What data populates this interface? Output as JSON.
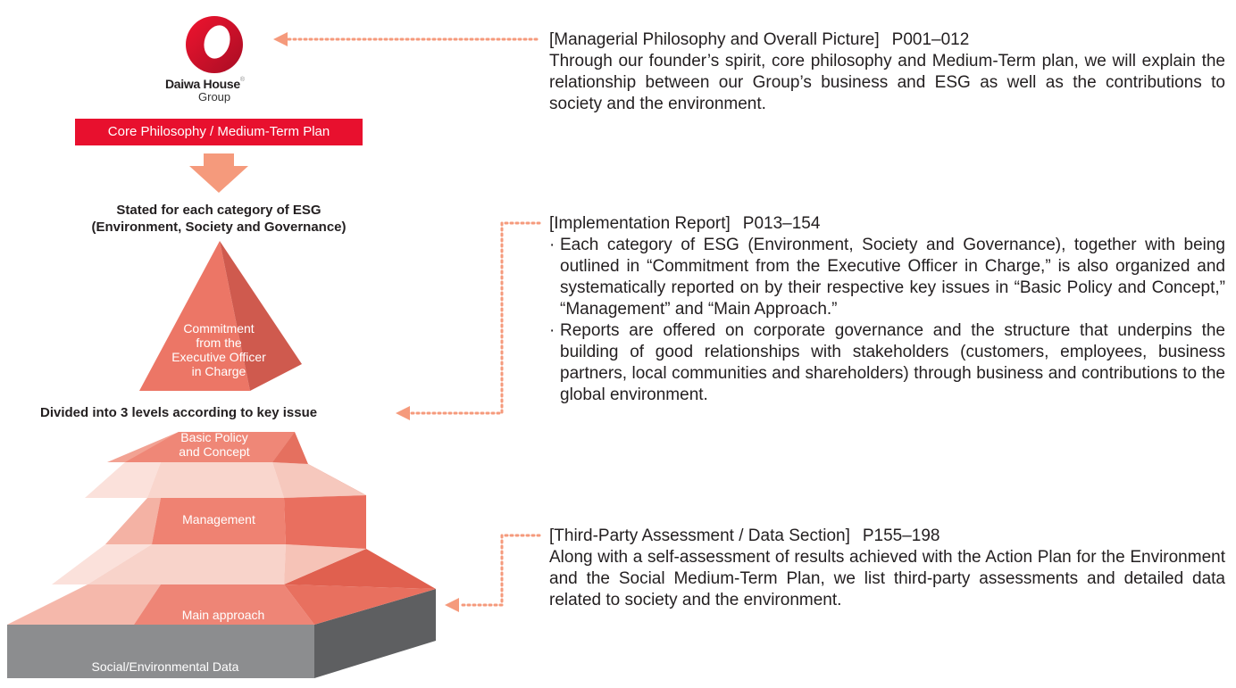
{
  "logo": {
    "brand": "Daiwa House",
    "registered": "®",
    "group": "Group"
  },
  "core_plan_box": "Core Philosophy / Medium-Term Plan",
  "stated_caption": {
    "line1": "Stated for each category of ESG",
    "line2": "(Environment, Society and Governance)"
  },
  "commitment_pyramid": {
    "line1": "Commitment",
    "line2": "from the",
    "line3": "Executive Officer",
    "line4": "in Charge"
  },
  "divided_caption": "Divided into 3 levels according to key issue",
  "levels": {
    "basic_line1": "Basic Policy",
    "basic_line2": "and Concept",
    "management": "Management",
    "main_approach": "Main approach",
    "data": "Social/Environmental Data"
  },
  "sections": {
    "managerial": {
      "title": "[Managerial Philosophy and Overall Picture]",
      "pages": "P001–012",
      "body": "Through our founder’s spirit, core philosophy and Medium-Term plan, we will explain the relationship between our Group’s business and ESG as well as the contributions to society and the environment."
    },
    "implementation": {
      "title": "[Implementation Report]",
      "pages": "P013–154",
      "bullet_mark": "·",
      "bullet1": "Each category of ESG (Environment, Society and Governance), together with being outlined in “Commitment from the Executive Officer in Charge,” is also organized and systematically reported on by their respective key issues in “Basic Policy and Concept,” “Management” and “Main Approach.”",
      "bullet2": "Reports are offered on corporate governance and the structure that underpins the building of good relationships with stakeholders (customers, employees, business partners, local communities and shareholders) through business and contributions to the global environment."
    },
    "third_party": {
      "title": "[Third-Party Assessment / Data Section]",
      "pages": "P155–198",
      "body": "Along with a self-assessment of results achieved with the Action Plan for the Environment and the Social Medium-Term Plan, we list third-party assessments and detailed data related to society and the environment."
    }
  },
  "colors": {
    "brand_red": "#e8102e",
    "salmon": "#f0806f",
    "salmon_light": "#f7c5bb",
    "arrow_orange": "#f59a7c",
    "gray_base": "#8c8d8f"
  }
}
